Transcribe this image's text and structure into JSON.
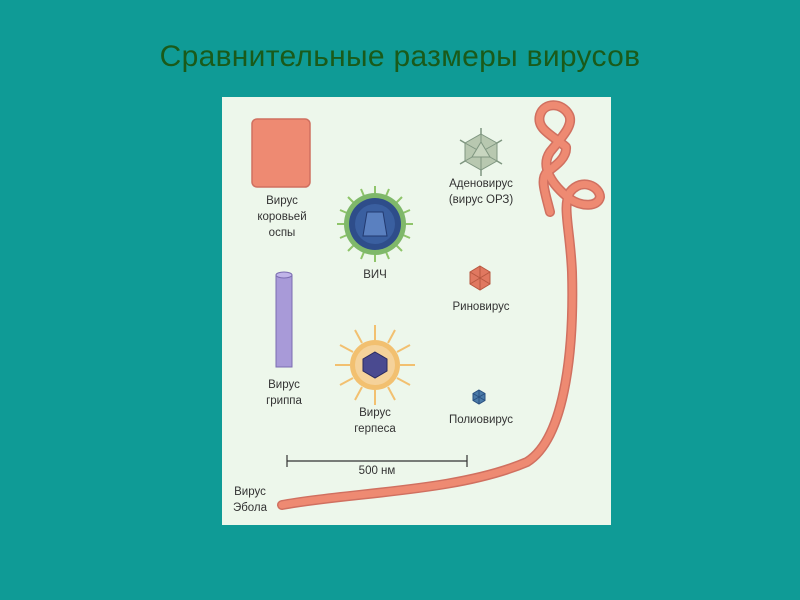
{
  "slide": {
    "title": "Сравнительные размеры вирусов"
  },
  "viruses": {
    "vaccinia": {
      "line1": "Вирус",
      "line2": "коровьей",
      "line3": "оспы"
    },
    "hiv": {
      "label": "ВИЧ"
    },
    "adenovirus": {
      "line1": "Аденовирус",
      "line2": "(вирус ОРЗ)"
    },
    "rhinovirus": {
      "label": "Риновирус"
    },
    "influenza": {
      "line1": "Вирус",
      "line2": "гриппа"
    },
    "herpes": {
      "line1": "Вирус",
      "line2": "герпеса"
    },
    "poliovirus": {
      "label": "Полиовирус"
    },
    "ebola": {
      "line1": "Вирус",
      "line2": "Эбола"
    }
  },
  "scale_bar": {
    "label": "500 нм"
  },
  "colors": {
    "background": "#0f9b96",
    "panel": "#edf7eb",
    "title": "#1a5a1a",
    "vaccinia": "#ee8a72",
    "influenza": "#a89ad8",
    "ebola": "#ee8a72",
    "hiv": "#3a5fa0",
    "herpes": "#f2c070",
    "adenovirus": "#b8c8b0",
    "rhinovirus": "#e07860",
    "poliovirus": "#4a7aa8"
  }
}
